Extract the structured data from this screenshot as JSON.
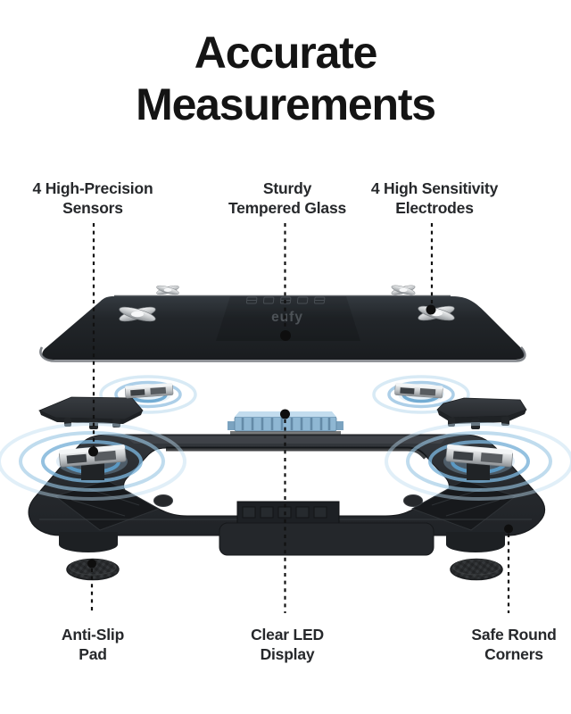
{
  "title": {
    "line1": "Accurate",
    "line2": "Measurements"
  },
  "brand": {
    "logo_text": "eufy"
  },
  "callouts": {
    "top": [
      {
        "line1": "4 High-Precision",
        "line2": "Sensors"
      },
      {
        "line1": "Sturdy",
        "line2": "Tempered Glass"
      },
      {
        "line1": "4 High Sensitivity",
        "line2": "Electrodes"
      }
    ],
    "bottom": [
      {
        "line1": "Anti-Slip",
        "line2": "Pad"
      },
      {
        "line1": "Clear LED",
        "line2": "Display"
      },
      {
        "line1": "Safe Round",
        "line2": "Corners"
      }
    ]
  },
  "icons": [
    "glass-platform",
    "electrode-icon",
    "led-segments-icon",
    "sensor-icon",
    "corner-cap-icon",
    "ripple-icon",
    "led-module-icon",
    "base-frame",
    "foot-icon",
    "anti-slip-pad-icon",
    "leader-dot-icon"
  ],
  "colors": {
    "background": "#ffffff",
    "text_dark": "#141414",
    "label_text": "#26282b",
    "glass_dark": "#1d2125",
    "frame_dark": "#26292d",
    "ripple_blue": "#7fb3d8",
    "module_blue": "#a6cbe4",
    "electrode_silver": "#d9dcde",
    "leader_line": "#111111"
  }
}
